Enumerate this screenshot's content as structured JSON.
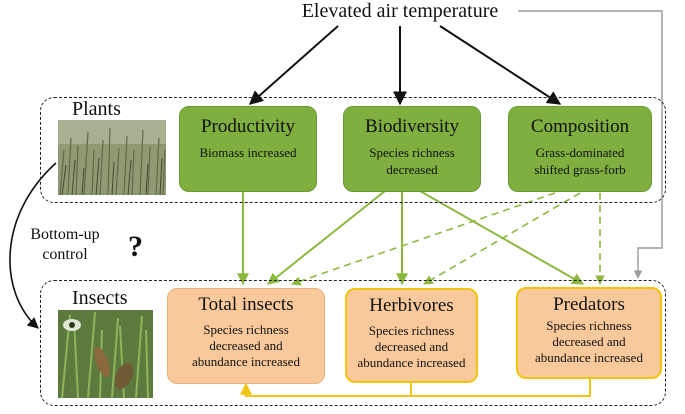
{
  "diagram": {
    "title": "Elevated air temperature",
    "plants": {
      "label": "Plants",
      "boxes": [
        {
          "heading": "Productivity",
          "lines": [
            "Biomass increased"
          ]
        },
        {
          "heading": "Biodiversity",
          "lines": [
            "Species richness",
            "decreased"
          ]
        },
        {
          "heading": "Composition",
          "lines": [
            "Grass-dominated",
            "shifted grass-forb"
          ]
        }
      ]
    },
    "insects": {
      "label": "Insects",
      "boxes": [
        {
          "heading": "Total insects",
          "lines": [
            "Species richness",
            "decreased and",
            "abundance increased"
          ]
        },
        {
          "heading": "Herbivores",
          "lines": [
            "Species richness",
            "decreased and",
            "abundance increased"
          ]
        },
        {
          "heading": "Predators",
          "lines": [
            "Species richness",
            "decreased and",
            "abundance increased"
          ]
        }
      ]
    },
    "bottom_up": {
      "lines": [
        "Bottom-up",
        "control"
      ],
      "mark": "?"
    },
    "colors": {
      "plant_box": "#7faf3f",
      "insect_box": "#f9c99b",
      "green_arrow": "#8db83f",
      "yellow_link": "#f1c40f",
      "gray_arrow": "#9a9a9a",
      "black_arrow": "#111111"
    }
  }
}
